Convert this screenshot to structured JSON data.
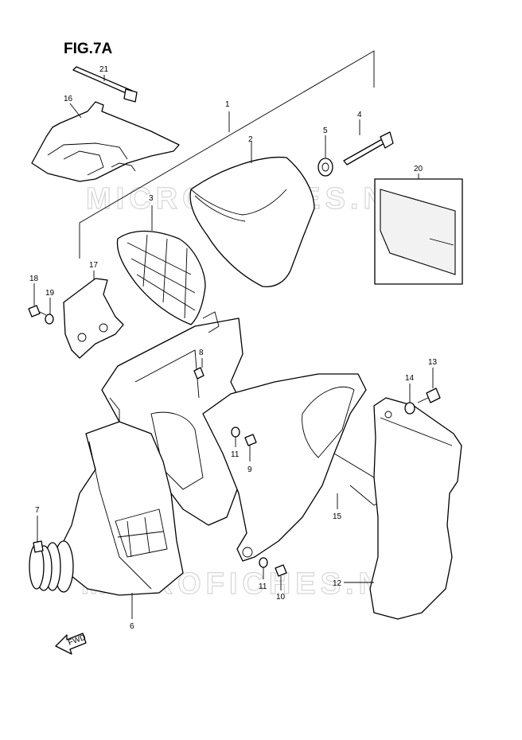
{
  "figure": {
    "title": "FIG.7A"
  },
  "watermark": {
    "text_top": "MICROFICHES.NET",
    "text_bottom": "MICROFICHES.NET"
  },
  "callouts": [
    {
      "id": "c1",
      "label": "1"
    },
    {
      "id": "c2",
      "label": "2"
    },
    {
      "id": "c3",
      "label": "3"
    },
    {
      "id": "c4",
      "label": "4"
    },
    {
      "id": "c5",
      "label": "5"
    },
    {
      "id": "c6",
      "label": "6"
    },
    {
      "id": "c7",
      "label": "7"
    },
    {
      "id": "c8",
      "label": "8"
    },
    {
      "id": "c9",
      "label": "9"
    },
    {
      "id": "c10",
      "label": "10"
    },
    {
      "id": "c11a",
      "label": "11"
    },
    {
      "id": "c11b",
      "label": "11"
    },
    {
      "id": "c12",
      "label": "12"
    },
    {
      "id": "c13",
      "label": "13"
    },
    {
      "id": "c14",
      "label": "14"
    },
    {
      "id": "c15",
      "label": "15"
    },
    {
      "id": "c16",
      "label": "16"
    },
    {
      "id": "c17",
      "label": "17"
    },
    {
      "id": "c18",
      "label": "18"
    },
    {
      "id": "c19",
      "label": "19"
    },
    {
      "id": "c20",
      "label": "20"
    },
    {
      "id": "c21",
      "label": "21"
    }
  ],
  "fwd_marker": {
    "label": "FWD"
  },
  "colors": {
    "line": "#000000",
    "watermark": "#d6d6d6",
    "background": "#ffffff"
  }
}
